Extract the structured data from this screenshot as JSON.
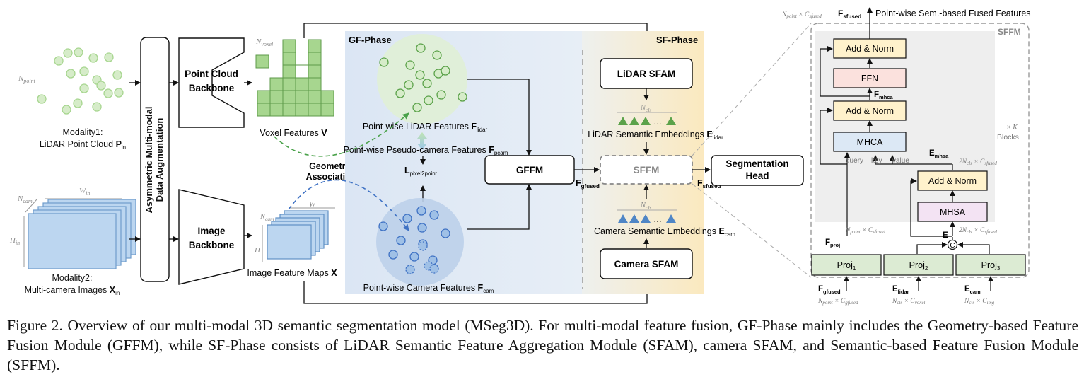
{
  "colors": {
    "gf_phase_bg": "#dbe6f3",
    "sf_phase_bg": "#fbecc8",
    "lidar_green": "#a7d68f",
    "camera_blue": "#9ec3e6",
    "proj_green": "#dcebd3",
    "norm_yellow": "#fff2cc",
    "ffn_red": "#fbe0dc",
    "mhca_blue": "#dce8f5",
    "mhsa_pink": "#f3e3f3",
    "sffm_bg": "#efefef"
  },
  "icons": [
    "concat-icon",
    "pseudo-camera-arrow-icon",
    "voxel-grid-icon",
    "image-stack-icon"
  ],
  "inputs": {
    "n_point": "N",
    "n_point_sub": "point",
    "modality1_line1": "Modality1:",
    "modality1_line2": "LiDAR Point Cloud ",
    "modality1_sym": "P",
    "modality1_sub": "in",
    "modality2_line1": "Modality2:",
    "modality2_line2": "Multi-camera Images ",
    "modality2_sym": "X",
    "modality2_sub": "in",
    "n_cam": "N",
    "n_cam_sub": "cam",
    "w_in": "W",
    "w_in_sub": "in",
    "h_in": "H",
    "h_in_sub": "in"
  },
  "augmentation": {
    "line1": "Asymmetric Multi-modal",
    "line2": "Data Augmentation"
  },
  "backbones": {
    "point_line1": "Point Cloud",
    "point_line2": "Backbone",
    "image_line1": "Image",
    "image_line2": "Backbone"
  },
  "features": {
    "n_voxel": "N",
    "n_voxel_sub": "voxel",
    "voxel_label": "Voxel Features ",
    "voxel_sym": "V",
    "n_cam": "N",
    "n_cam_sub": "cam",
    "w": "W",
    "h": "H",
    "image_label": "Image Feature Maps ",
    "image_sym": "X",
    "geo_line1": "Geometric",
    "geo_line2": "Association"
  },
  "gf_phase": {
    "title": "GF-Phase",
    "lidar_feat": "Point-wise LiDAR Features ",
    "lidar_feat_sym": "F",
    "lidar_feat_sub": "lidar",
    "pcam_feat": "Point-wise Pseudo-camera Features ",
    "pcam_feat_sym": "F",
    "pcam_feat_sub": "pcam",
    "loss_sym": "L",
    "loss_sub": "pixel2point",
    "cam_feat": "Point-wise Camera Features ",
    "cam_feat_sym": "F",
    "cam_feat_sub": "cam",
    "gffm": "GFFM",
    "fgfused_sym": "F",
    "fgfused_sub": "gfused"
  },
  "sf_phase": {
    "title": "SF-Phase",
    "lidar_sfam": "LiDAR SFAM",
    "n_cls_1": "N",
    "n_cls_1_sub": "cls",
    "dots": "…",
    "lidar_emb": "LiDAR Semantic Embeddings ",
    "lidar_emb_sym": "E",
    "lidar_emb_sub": "lidar",
    "sffm": "SFFM",
    "n_cls_2": "N",
    "n_cls_2_sub": "cls",
    "cam_emb": "Camera Semantic Embeddings ",
    "cam_emb_sym": "E",
    "cam_emb_sub": "cam",
    "camera_sfam": "Camera SFAM",
    "fsfused_sym": "F",
    "fsfused_sub": "sfused"
  },
  "seg_head": {
    "line1": "Segmentation",
    "line2": "Head"
  },
  "sffm_detail": {
    "title": "SFFM",
    "out_dims": "N",
    "out_dims_sub": "point",
    "out_dims_rest": " × C",
    "out_dims_rest_sub": "sfused",
    "out_sym": "F",
    "out_sub": "sfused",
    "out_label": "Point-wise Sem.-based Fused Features",
    "add_norm_top": "Add & Norm",
    "ffn": "FFN",
    "fmhca_sym": "F",
    "fmhca_sub": "mhca",
    "add_norm_mid": "Add & Norm",
    "k_line1": "× K",
    "k_line2": "Blocks",
    "mhca": "MHCA",
    "emhsa_sym": "E",
    "emhsa_sub": "mhsa",
    "query": "query",
    "key": "key",
    "value": "value",
    "dim_2ncls_1": "2N",
    "dim_2ncls_1_sub": "cls",
    "dim_2ncls_1_rest": " × C",
    "dim_2ncls_1_rest_sub": "sfused",
    "add_norm_right": "Add & Norm",
    "mhsa": "MHSA",
    "dim_npoint": "N",
    "dim_npoint_sub": "point",
    "dim_npoint_rest": " × C",
    "dim_npoint_rest_sub": "sfused",
    "dim_2ncls_2": "2N",
    "dim_2ncls_2_sub": "cls",
    "dim_2ncls_2_rest": " × C",
    "dim_2ncls_2_rest_sub": "sfused",
    "e_sym": "E",
    "fproj_sym": "F",
    "fproj_sub": "proj",
    "proj1": "Proj",
    "proj1_sub": "1",
    "proj2": "Proj",
    "proj2_sub": "2",
    "proj3": "Proj",
    "proj3_sub": "3",
    "in1_sym": "F",
    "in1_sub": "gfused",
    "in1_dims": "N",
    "in1_dims_sub": "point",
    "in1_dims_rest": " × C",
    "in1_dims_rest_sub": "gfused",
    "in2_sym": "E",
    "in2_sub": "lidar",
    "in2_dims": "N",
    "in2_dims_sub": "cls",
    "in2_dims_rest": " × C",
    "in2_dims_rest_sub": "voxel",
    "in3_sym": "E",
    "in3_sub": "cam",
    "in3_dims": "N",
    "in3_dims_sub": "cls",
    "in3_dims_rest": " × C",
    "in3_dims_rest_sub": "img"
  },
  "caption": "Figure 2.  Overview of our multi-modal 3D semantic segmentation model (MSeg3D). For multi-modal feature fusion, GF-Phase mainly includes the Geometry-based Feature Fusion Module (GFFM), while SF-Phase consists of LiDAR Semantic Feature Aggregation Module (SFAM), camera SFAM, and Semantic-based Feature Fusion Module (SFFM)."
}
